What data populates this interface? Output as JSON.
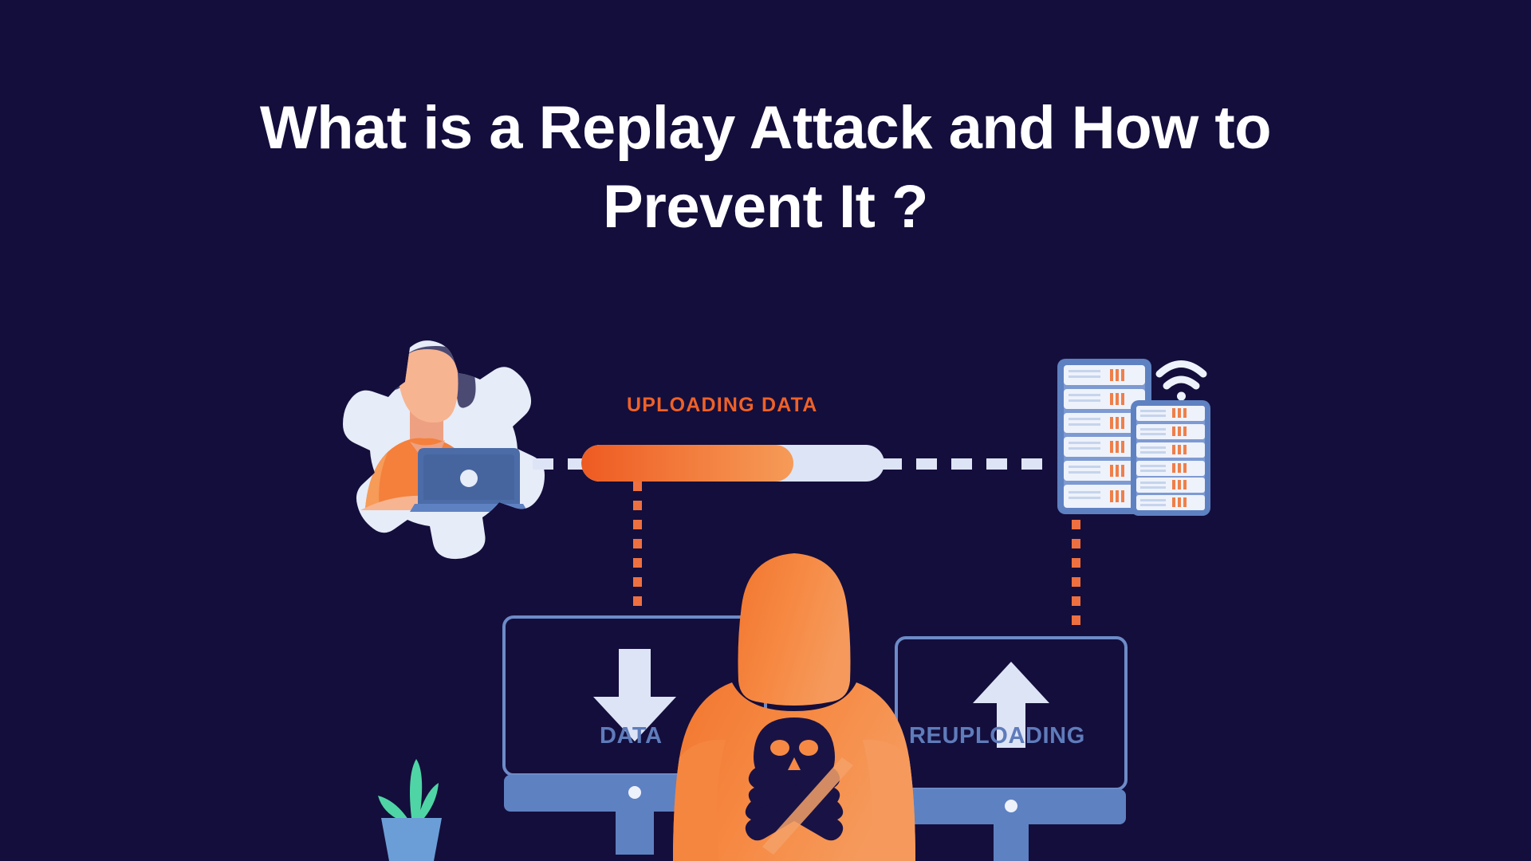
{
  "page": {
    "background_color": "#140e3c"
  },
  "title": {
    "line1": "What is a Replay Attack and How to",
    "line2": "Prevent It ?",
    "color": "#ffffff"
  },
  "illustration": {
    "name": "replay-attack-diagram",
    "uploading_label": "UPLOADING DATA",
    "uploading_label_color": "#ef6127",
    "progress": {
      "percent": 70,
      "fill_color_start": "#ee5a22",
      "fill_color_end": "#f69b58",
      "track_color": "#dde4f6"
    },
    "monitors": [
      {
        "caption": "DATA",
        "arrow": "down-arrow-icon",
        "caption_color": "#5f7cbb"
      },
      {
        "caption": "REUPLOADING",
        "arrow": "up-arrow-icon",
        "caption_color": "#5f7cbb"
      }
    ],
    "actors": {
      "user": "person-with-laptop-in-gear",
      "attacker": "hooded-hacker-with-skull",
      "server": "server-rack-stack",
      "wifi": "wifi-signal-icon",
      "plant": "potted-plant"
    },
    "colors": {
      "orange": "#f47b34",
      "orange_dark": "#ee5a22",
      "navy": "#140e3c",
      "light_blue": "#dde4f6",
      "mid_blue": "#5f7cbb",
      "teal": "#4fd5a5",
      "skin": "#f7b490",
      "hair": "#4b4a72"
    }
  }
}
